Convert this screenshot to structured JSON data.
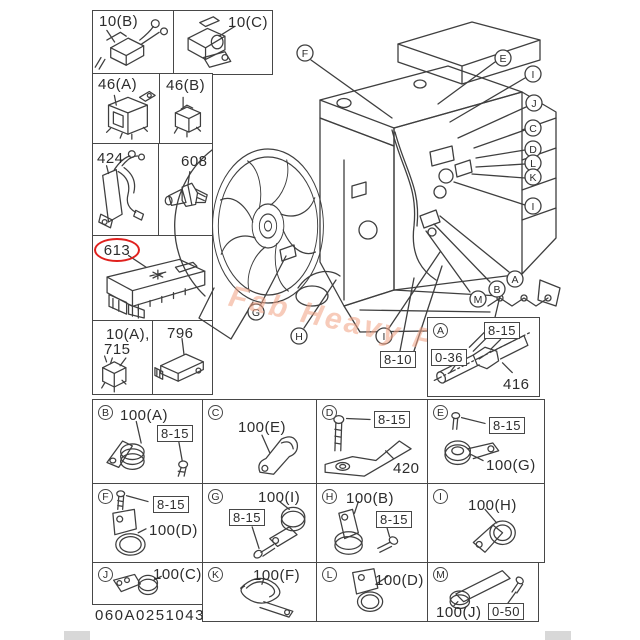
{
  "page": {
    "watermark": "Fab Heavy Parts",
    "diagram_id": "060A0251043",
    "colors": {
      "line": "#3f3f3f",
      "highlight_red": "#e0201d",
      "watermark": "#f1a182"
    }
  },
  "left_panel": {
    "boxes": [
      {
        "label": "10(B)"
      },
      {
        "label": "10(C)"
      },
      {
        "label": "46(A)"
      },
      {
        "label": "46(B)"
      },
      {
        "label": "424"
      },
      {
        "label": "608"
      },
      {
        "label": "613",
        "highlighted": true
      },
      {
        "label": "10(A),",
        "label2": "715"
      },
      {
        "label": "796"
      }
    ]
  },
  "engine": {
    "callouts": [
      "F",
      "E",
      "I",
      "J",
      "C",
      "D",
      "L",
      "K",
      "I",
      "A",
      "B",
      "M",
      "G",
      "H",
      "I"
    ],
    "pipe_label": "8-10"
  },
  "inset": {
    "callout": "A",
    "torque_top": "8-15",
    "torque_side": "0-36",
    "part": "416"
  },
  "grid": {
    "cells": [
      {
        "callout": "B",
        "part": "100(A)",
        "torque": "8-15"
      },
      {
        "callout": "C",
        "part": "100(E)"
      },
      {
        "callout": "D",
        "part": "420",
        "torque": "8-15"
      },
      {
        "callout": "E",
        "part": "100(G)",
        "torque": "8-15"
      },
      {
        "callout": "F",
        "part": "100(D)",
        "torque": "8-15"
      },
      {
        "callout": "G",
        "part": "100(I)",
        "torque": "8-15"
      },
      {
        "callout": "H",
        "part": "100(B)",
        "torque": "8-15"
      },
      {
        "callout": "I",
        "part": "100(H)"
      },
      {
        "callout": "J",
        "part": "100(C)"
      },
      {
        "callout": "K",
        "part": "100(F)"
      },
      {
        "callout": "L",
        "part": "100(D)"
      },
      {
        "callout": "M",
        "part": "100(J)",
        "torque": "0-50"
      }
    ]
  }
}
